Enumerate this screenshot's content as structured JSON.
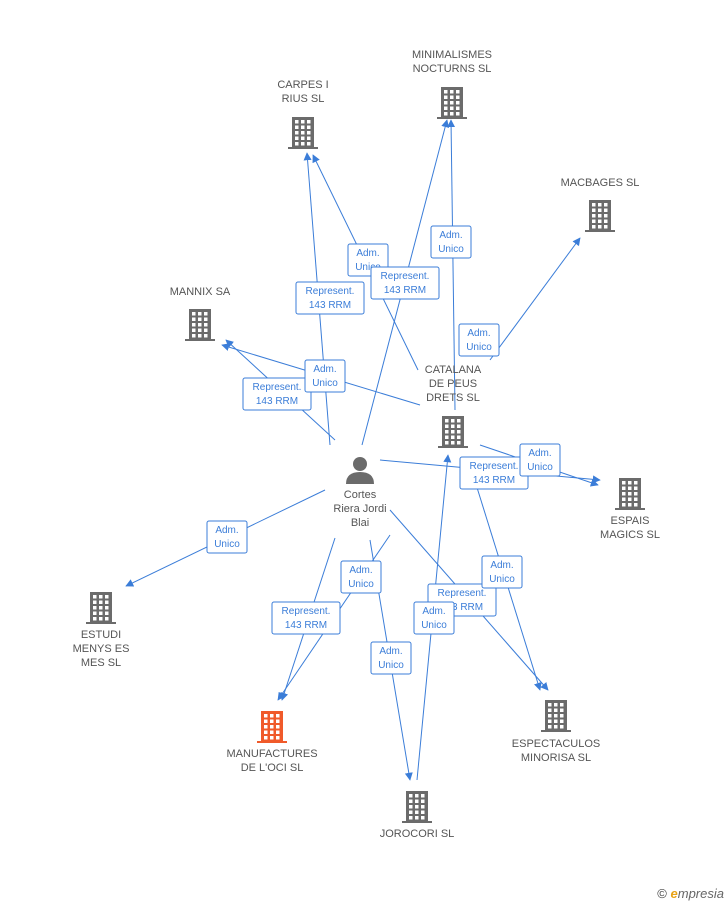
{
  "colors": {
    "edge": "#3b7dd8",
    "company": "#6b6b6b",
    "highlight": "#f05a2a",
    "person": "#6b6b6b",
    "label": "#555555"
  },
  "person": {
    "id": "cortes",
    "lines": [
      "Cortes",
      "Riera Jordi",
      "Blai"
    ],
    "icon": "person-icon"
  },
  "companies": [
    {
      "id": "carpes",
      "lines": [
        "CARPES I",
        "RIUS SL"
      ],
      "highlight": false
    },
    {
      "id": "minimalismes",
      "lines": [
        "MINIMALISMES",
        "NOCTURNS SL"
      ],
      "highlight": false
    },
    {
      "id": "macbages",
      "lines": [
        "MACBAGES SL"
      ],
      "highlight": false
    },
    {
      "id": "mannix",
      "lines": [
        "MANNIX SA"
      ],
      "highlight": false
    },
    {
      "id": "catalana",
      "lines": [
        "CATALANA",
        "DE PEUS",
        "DRETS SL"
      ],
      "highlight": false
    },
    {
      "id": "espais",
      "lines": [
        "ESPAIS",
        "MAGICS SL"
      ],
      "highlight": false
    },
    {
      "id": "estudi",
      "lines": [
        "ESTUDI",
        "MENYS ES",
        "MES SL"
      ],
      "highlight": false
    },
    {
      "id": "manufactures",
      "lines": [
        "MANUFACTURES",
        "DE L'OCI SL"
      ],
      "highlight": true
    },
    {
      "id": "espectaculos",
      "lines": [
        "ESPECTACULOS",
        "MINORISA SL"
      ],
      "highlight": false
    },
    {
      "id": "jorocori",
      "lines": [
        "JOROCORI SL"
      ],
      "highlight": false
    }
  ],
  "edges": [
    {
      "from": "cortes",
      "to": "carpes",
      "label": [
        "Represent.",
        "143 RRM"
      ]
    },
    {
      "from": "catalana",
      "to": "carpes",
      "label": [
        "Adm.",
        "Unico"
      ]
    },
    {
      "from": "cortes",
      "to": "minimalismes",
      "label": [
        "Represent.",
        "143 RRM"
      ]
    },
    {
      "from": "catalana",
      "to": "minimalismes",
      "label": [
        "Adm.",
        "Unico"
      ]
    },
    {
      "from": "catalana",
      "to": "macbages",
      "label": [
        "Adm.",
        "Unico"
      ]
    },
    {
      "from": "cortes",
      "to": "mannix",
      "label": [
        "Represent.",
        "143 RRM"
      ]
    },
    {
      "from": "catalana",
      "to": "mannix",
      "label": [
        "Adm.",
        "Unico"
      ]
    },
    {
      "from": "cortes",
      "to": "espais",
      "label": [
        "Represent.",
        "143 RRM"
      ]
    },
    {
      "from": "catalana",
      "to": "espais",
      "label": [
        "Adm.",
        "Unico"
      ]
    },
    {
      "from": "cortes",
      "to": "estudi",
      "label": [
        "Adm.",
        "Unico"
      ]
    },
    {
      "from": "cortes",
      "to": "manufactures",
      "label": [
        "Represent.",
        "143 RRM"
      ]
    },
    {
      "from": "catalana",
      "to": "manufactures",
      "label": [
        "Adm.",
        "Unico"
      ]
    },
    {
      "from": "cortes",
      "to": "espectaculos",
      "label": [
        "Represent.",
        "143 RRM"
      ]
    },
    {
      "from": "catalana",
      "to": "espectaculos",
      "label": [
        "Adm.",
        "Unico"
      ]
    },
    {
      "from": "cortes",
      "to": "jorocori",
      "label": [
        "Adm.",
        "Unico"
      ]
    },
    {
      "from": "jorocori",
      "to": "catalana",
      "label": [
        "Adm.",
        "Unico"
      ]
    }
  ],
  "watermark": {
    "copyright": "©",
    "brand_initial": "e",
    "brand_rest": "mpresia"
  }
}
